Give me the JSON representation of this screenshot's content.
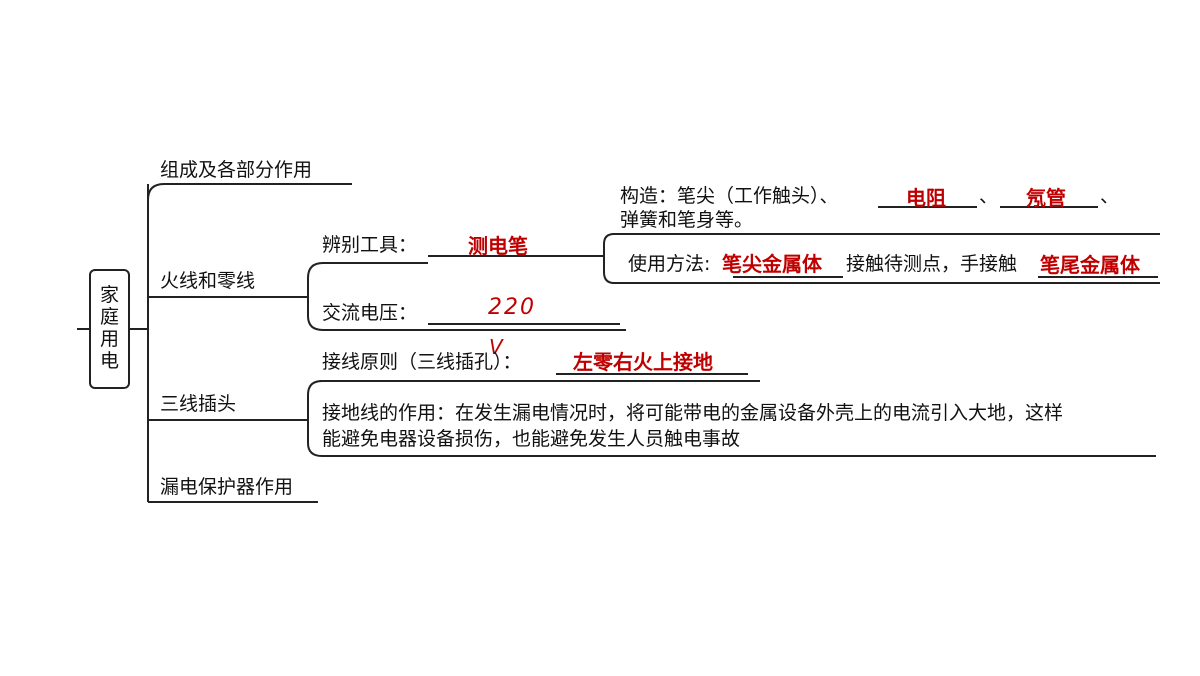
{
  "root": {
    "chars": [
      "家",
      "庭",
      "用",
      "电"
    ]
  },
  "branches": {
    "composition": "组成及各部分作用",
    "live_neutral": "火线和零线",
    "three_wire_plug": "三线插头",
    "leakage_protector": "漏电保护器作用"
  },
  "identify_tool": {
    "label": "辨别工具：",
    "answer": "测电笔"
  },
  "ac_voltage": {
    "label": "交流电压：",
    "answer_value": "220",
    "answer_unit": "V"
  },
  "structure": {
    "line1_prefix": "构造：笔尖（工作触头）、",
    "answer1": "电阻",
    "sep": "、",
    "answer2": "氖管",
    "line1_suffix": "、",
    "line2": "弹簧和笔身等。"
  },
  "usage": {
    "prefix": "使用方法:",
    "answer1": "笔尖金属体",
    "middle": "接触待测点，手接触",
    "answer2": "笔尾金属体"
  },
  "wiring_principle": {
    "label": "接线原则（三线插孔）：",
    "answer": "左零右火上接地"
  },
  "ground_wire": {
    "line1": "接地线的作用：在发生漏电情况时，将可能带电的金属设备外壳上的电流引入大地，这样",
    "line2": "能避免电器设备损伤，也能避免发生人员触电事故"
  },
  "colors": {
    "answer": "#c00000",
    "line": "#222222"
  }
}
